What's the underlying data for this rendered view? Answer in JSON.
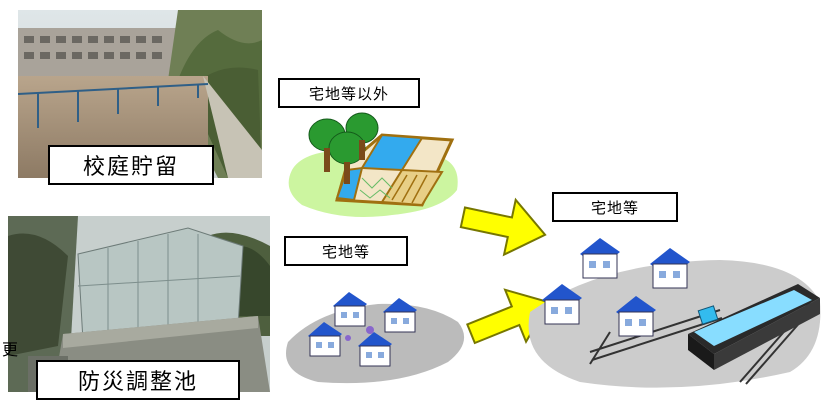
{
  "labels": {
    "school_yard_storage": "校庭貯留",
    "disaster_pond": "防災調整池",
    "non_residential": "宅地等以外",
    "residential_left": "宅地等",
    "residential_right": "宅地等",
    "edge_char": "更"
  },
  "colors": {
    "arrow_fill": "#ffff00",
    "arrow_stroke": "#777700",
    "grass": "#ccf5a0",
    "tree_green": "#22aa33",
    "paddy_water": "#33aaee",
    "roof_blue": "#2255cc",
    "ground_shadow": "#cccccc",
    "tank_water": "#88ddff"
  }
}
